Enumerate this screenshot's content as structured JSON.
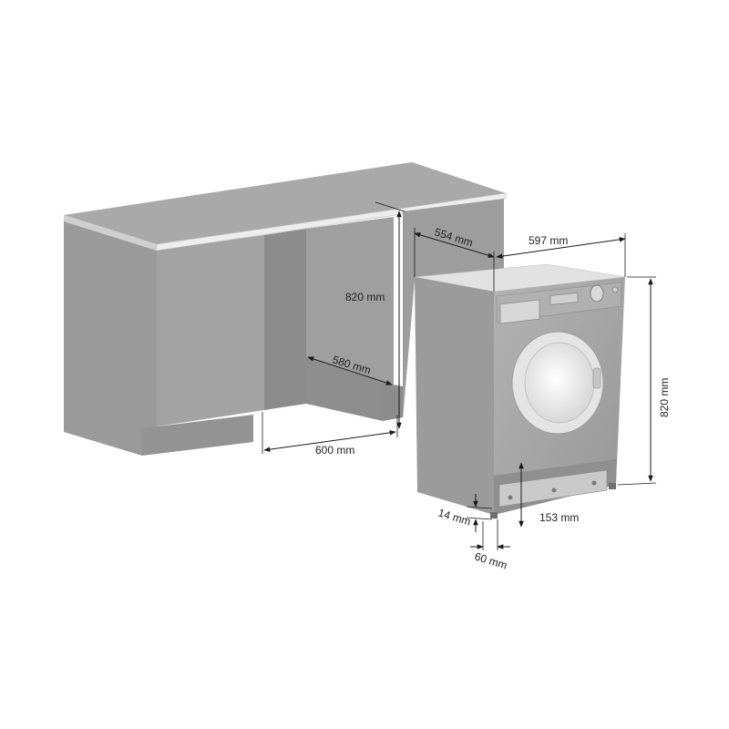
{
  "colors": {
    "cabinet_front": "#9c9c9c",
    "cabinet_side": "#8a8a8a",
    "cabinet_dark": "#7f7f7f",
    "countertop": "#a3a3a3",
    "countertop_edge": "#ececec",
    "machine_front": "#a8a8a8",
    "machine_side": "#9a9a9a",
    "machine_top": "#dedede",
    "door_ring": "#e6e6e6",
    "door_glass": "#f3f3f3",
    "line": "#1a1a1a",
    "text": "#222222"
  },
  "dimensions": {
    "cabinet_height": "820 mm",
    "cabinet_depth": "580 mm",
    "cabinet_width": "600 mm",
    "machine_depth": "554 mm",
    "machine_width": "597 mm",
    "machine_height": "820 mm",
    "plinth_height": "153 mm",
    "foot_height": "14 mm",
    "foot_setback": "60 mm"
  }
}
